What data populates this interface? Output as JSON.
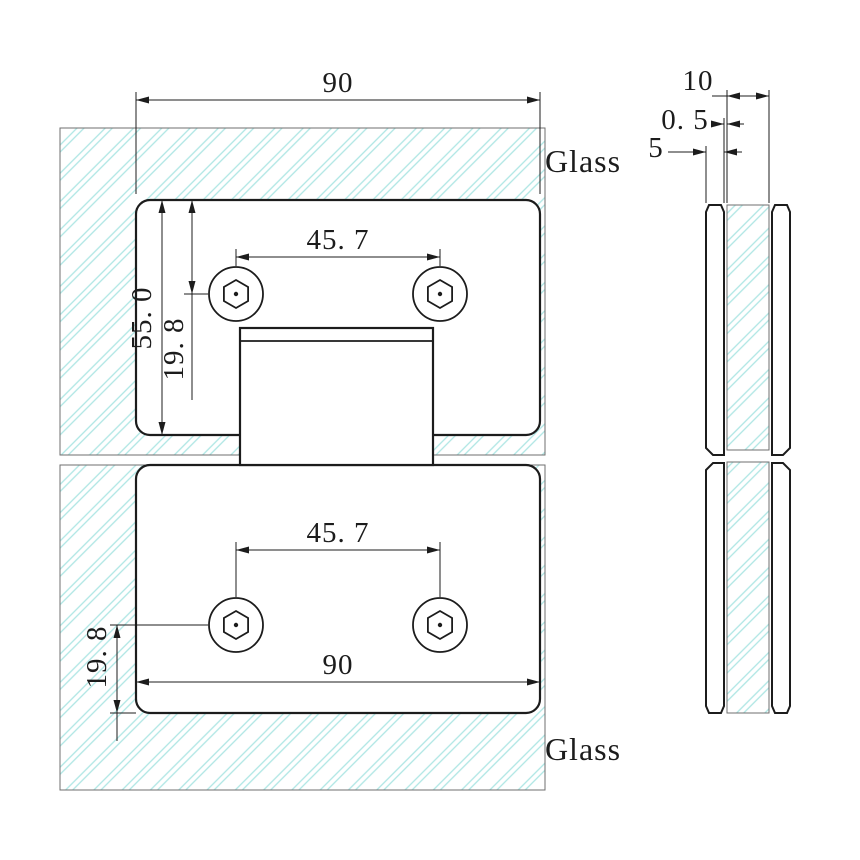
{
  "front_view": {
    "dims": {
      "width_top": "90",
      "hole_spacing_top": "45. 7",
      "plate_height": "55. 0",
      "hole_offset_top": "19. 8",
      "hole_spacing_bottom": "45. 7",
      "width_bottom": "90",
      "hole_offset_bottom": "19. 8"
    },
    "labels": {
      "glass_top": "Glass",
      "glass_bottom": "Glass"
    }
  },
  "side_view": {
    "dims": {
      "glass_thickness": "10",
      "gasket_gap": "0. 5",
      "plate_thickness": "5"
    }
  },
  "colors": {
    "line": "#1c1c1c",
    "hatch": "#aee6e4",
    "background": "#ffffff"
  }
}
